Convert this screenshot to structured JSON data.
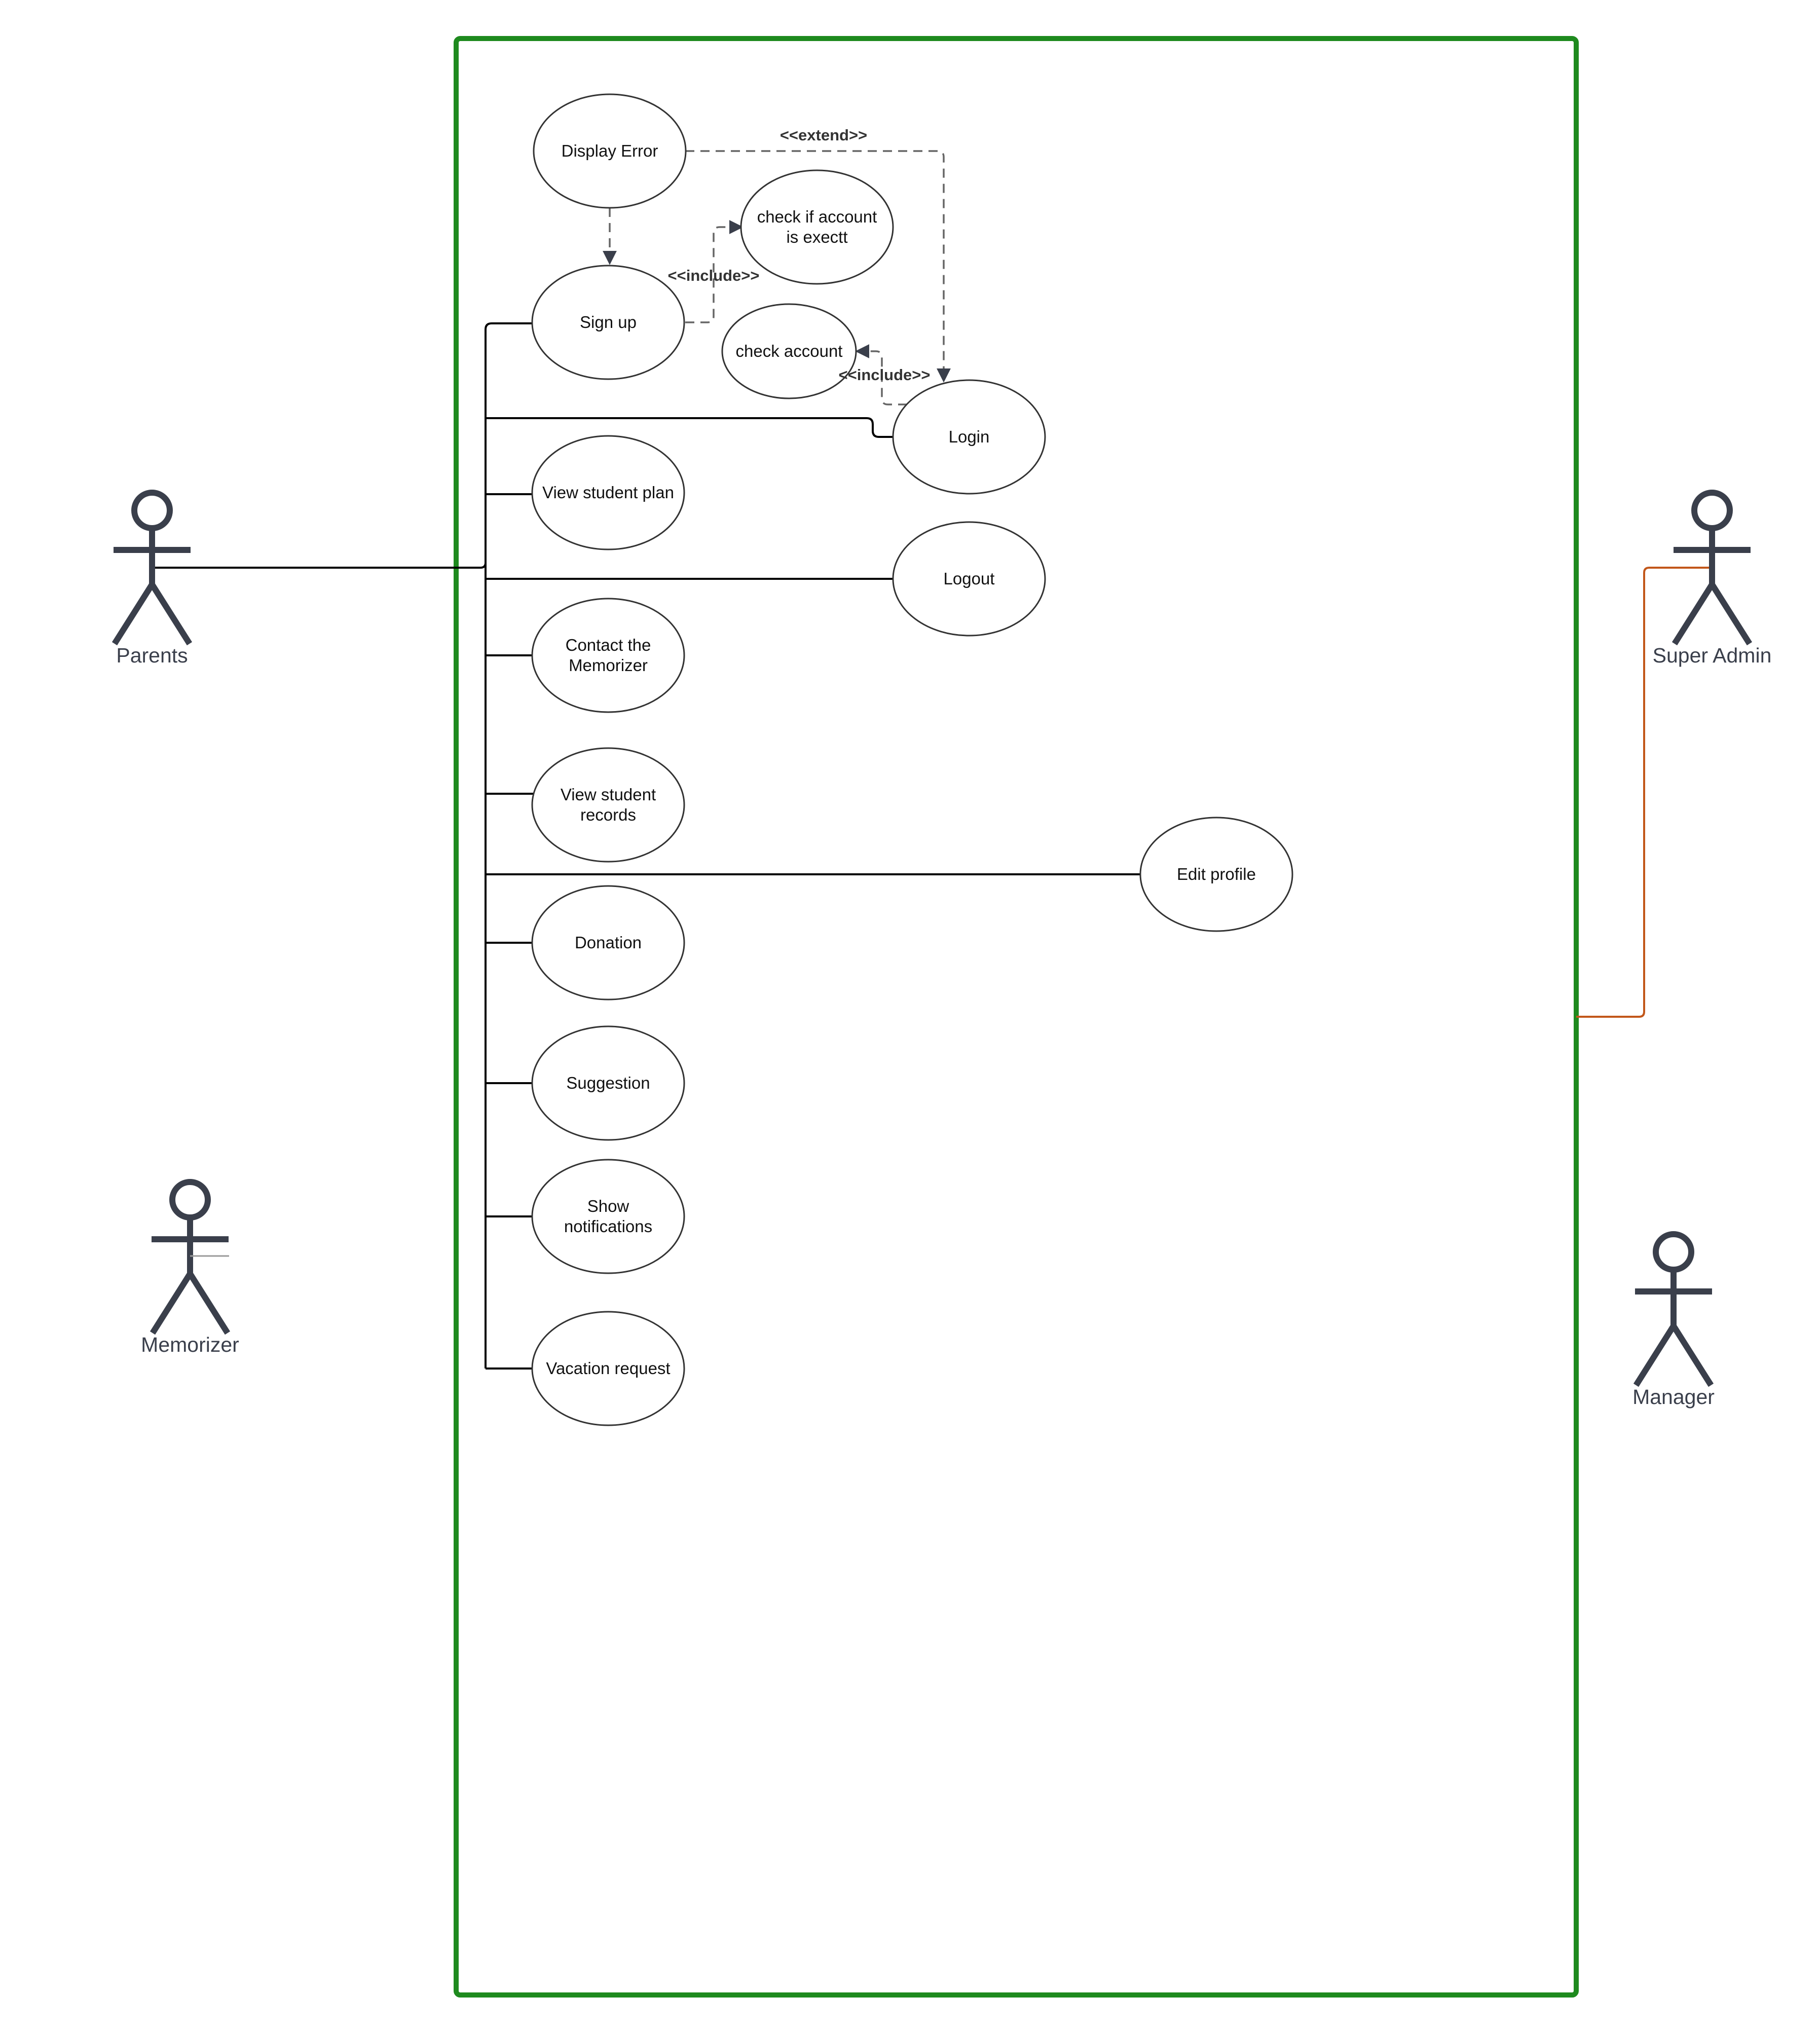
{
  "diagram": {
    "colors": {
      "system_boundary": "#1e8a1e",
      "association": "#000000",
      "admin_association": "#c2571a",
      "dependency": "#666666",
      "actor": "#3a3f4b"
    },
    "actors": {
      "parents": "Parents",
      "memorizer": "Memorizer",
      "super_admin": "Super Admin",
      "manager": "Manager"
    },
    "use_cases": {
      "display_error": [
        "Display Error"
      ],
      "sign_up": [
        "Sign up"
      ],
      "check_if_account": [
        "check if account",
        "is exectt"
      ],
      "check_account": [
        "check account"
      ],
      "login": [
        "Login"
      ],
      "view_student_plan": [
        "View student plan"
      ],
      "logout": [
        "Logout"
      ],
      "contact_memorizer": [
        "Contact the",
        "Memorizer"
      ],
      "view_student_records": [
        "View student",
        "records"
      ],
      "edit_profile": [
        "Edit profile"
      ],
      "donation": [
        "Donation"
      ],
      "suggestion": [
        "Suggestion"
      ],
      "show_notifications": [
        "Show",
        "notifications"
      ],
      "vacation_request": [
        "Vacation request"
      ]
    },
    "stereotypes": {
      "extend": "<<extend>>",
      "include_signup": "<<include>>",
      "include_login": "<<include>>"
    }
  }
}
